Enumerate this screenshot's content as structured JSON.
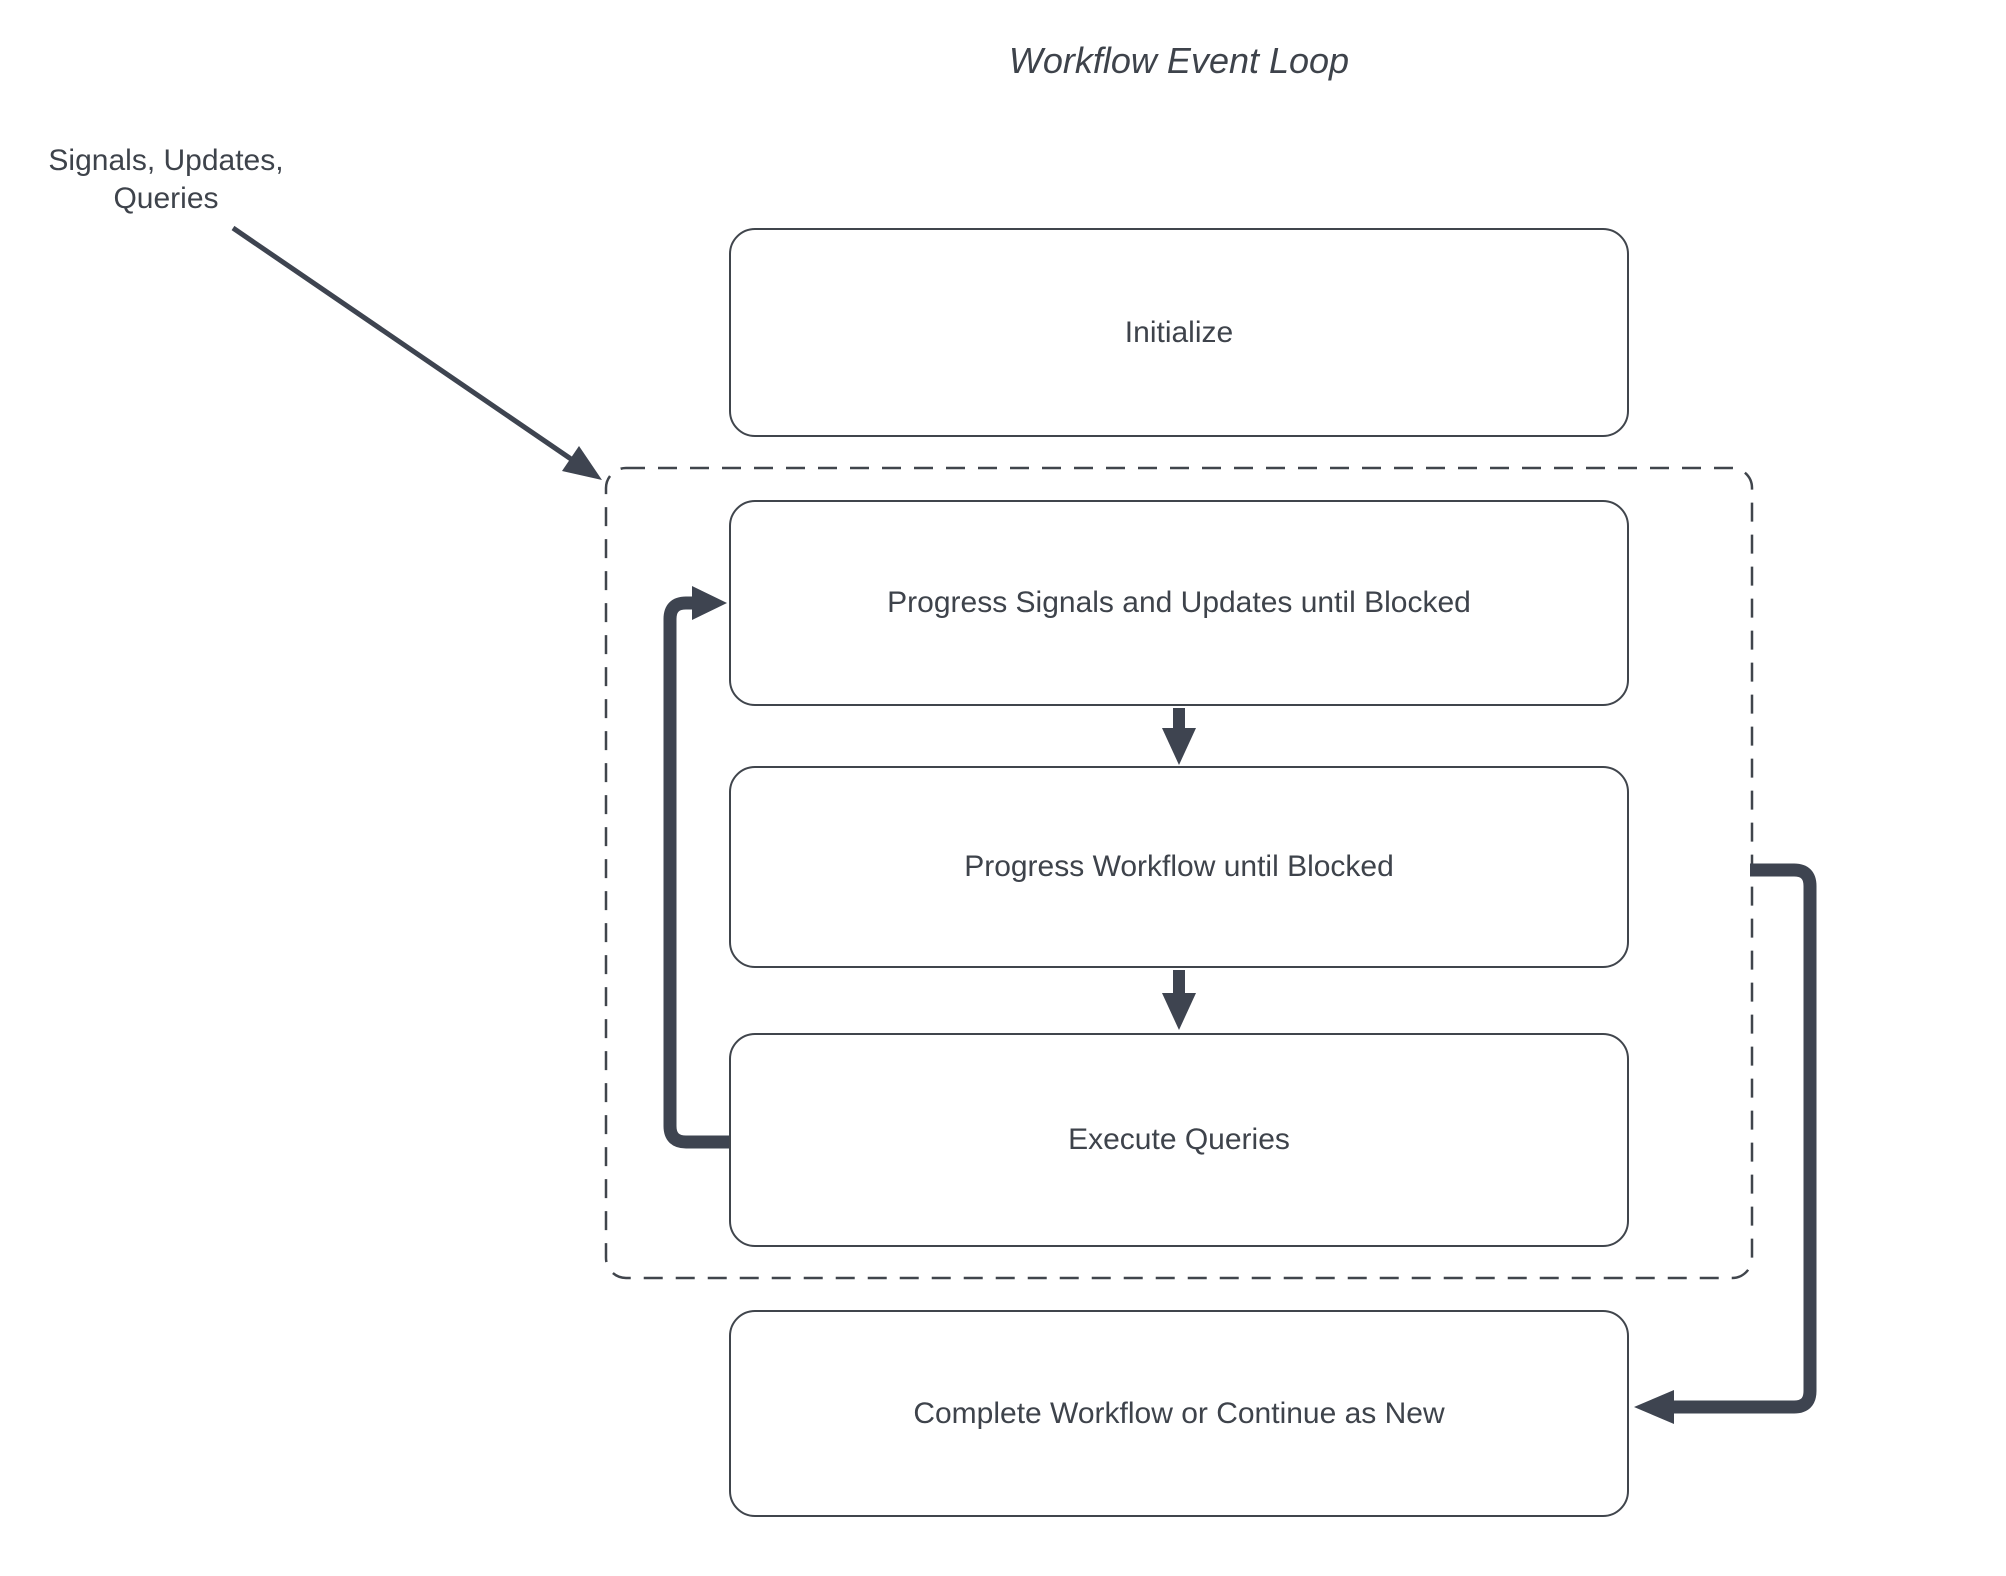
{
  "title": "Workflow Event Loop",
  "annotation": {
    "line1": "Signals, Updates,",
    "line2": "Queries"
  },
  "nodes": {
    "initialize": "Initialize",
    "progress_signals": "Progress Signals and Updates until Blocked",
    "progress_workflow": "Progress Workflow until Blocked",
    "execute_queries": "Execute Queries",
    "complete": "Complete Workflow or Continue as New"
  },
  "colors": {
    "background": "#ffffff",
    "arrow_line": "#3e4450",
    "box_border": "#40454c",
    "dashed_border": "#40454c",
    "text": "#3e434b"
  }
}
